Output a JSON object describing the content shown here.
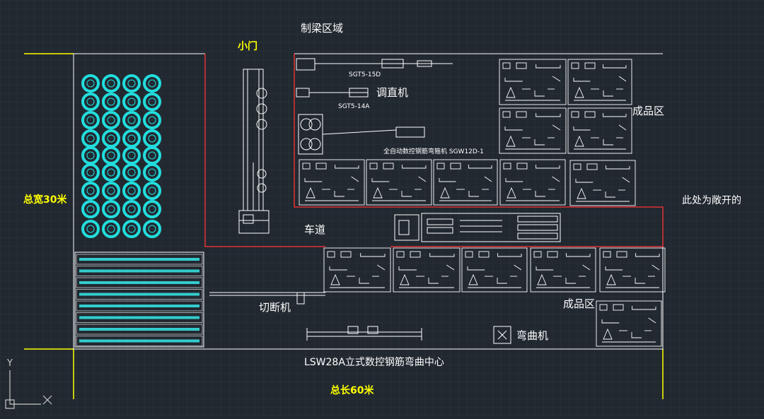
{
  "labels": {
    "beam_area": "制梁区域",
    "small_gate": "小门",
    "straightener": "调直机",
    "finished_area_1": "成品区",
    "finished_area_2": "成品区",
    "open_side": "此处为敞开的",
    "total_width": "总宽30米",
    "road": "车道",
    "cutter": "切断机",
    "bender": "弯曲机",
    "vertical_center": "LSW28A立式数控钢筋弯曲中心",
    "total_length": "总长60米",
    "machine_sgt5_15d": "SGT5-15D",
    "machine_sgt5_14a": "SGT5-14A",
    "hoop_bender": "全自动数控钢筋弯箍机  SGW12D-1",
    "axis_y": "Y"
  },
  "colors": {
    "background": "#212830",
    "grid": "#2b333c",
    "line": "#ffffff",
    "boundary": "#ff3333",
    "coil": "#22dddd",
    "rebar": "#33cccc",
    "dimension": "#ffff00",
    "ucs": "#c8c8c8"
  },
  "icons": [
    "coil-icon",
    "truck-icon",
    "trailer-icon",
    "rack-icon",
    "ucs-icon"
  ]
}
